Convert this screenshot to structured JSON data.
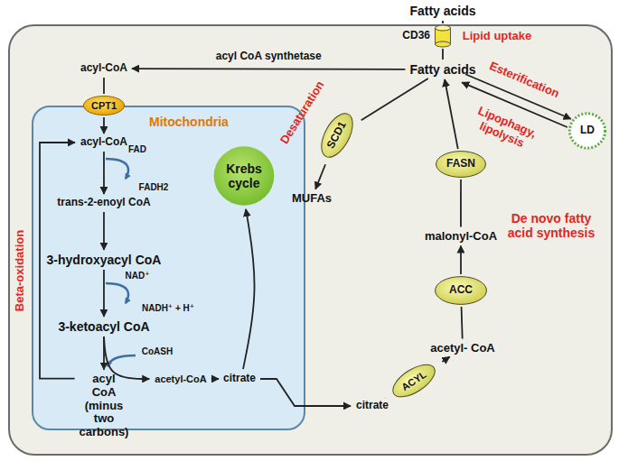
{
  "diagram": {
    "nodes": [
      {
        "text": [
          "Fatty acids"
        ]
      },
      {
        "text": [
          "CD36"
        ]
      },
      {
        "text": [
          "acyl-CoA"
        ]
      },
      {
        "text": [
          "Fatty acids"
        ]
      },
      {
        "text": [
          "CPT1"
        ]
      },
      {
        "text": [
          "Mitochondria"
        ]
      },
      {
        "text": [
          "acyl-CoA"
        ],
        "in": 5
      },
      {
        "text": [
          "trans-2-enoyl CoA"
        ],
        "in": 5
      },
      {
        "text": [
          "Krebs cycle"
        ],
        "in": 5
      },
      {
        "text": [
          "3-hydroxyacyl CoA"
        ],
        "in": 5
      },
      {
        "text": [
          "3-ketoacyl CoA"
        ],
        "in": 5
      },
      {
        "text": [
          "acetyl-CoA"
        ],
        "in": 5
      },
      {
        "text": [
          "citrate"
        ],
        "in": 5
      },
      {
        "text": [
          "acyl CoA (minus two carbons)"
        ],
        "in": 5
      },
      {
        "text": [
          "SCD1"
        ]
      },
      {
        "text": [
          "MUFAs"
        ]
      },
      {
        "text": [
          "FASN"
        ]
      },
      {
        "text": [
          "malonyl-CoA"
        ]
      },
      {
        "text": [
          "ACC"
        ]
      },
      {
        "text": [
          "acetyl- CoA"
        ]
      },
      {
        "text": [
          "ACYL"
        ]
      },
      {
        "text": [
          "citrate"
        ]
      },
      {
        "text": [
          "LD"
        ]
      }
    ],
    "edges": [
      {
        "from": 0,
        "to": 1,
        "arrow": "none"
      },
      {
        "from": 1,
        "to": 3,
        "arrow": "none"
      },
      {
        "from": 3,
        "to": 2,
        "arrow": "to",
        "label": "acyl CoA synthetase"
      },
      {
        "from": 2,
        "to": 4,
        "arrow": "none"
      },
      {
        "from": 4,
        "to": 6,
        "arrow": "to"
      },
      {
        "from": 6,
        "to": 7,
        "arrow": "to"
      },
      {
        "from": 7,
        "to": 9,
        "arrow": "to"
      },
      {
        "from": 9,
        "to": 10,
        "arrow": "to"
      },
      {
        "from": 10,
        "to": 13,
        "arrow": "to"
      },
      {
        "from": 10,
        "to": 11,
        "arrow": "to"
      },
      {
        "from": 11,
        "to": 12,
        "arrow": "to"
      },
      {
        "from": 12,
        "to": 8,
        "arrow": "to"
      },
      {
        "from": 13,
        "to": 6,
        "arrow": "to"
      },
      {
        "from": 12,
        "to": 21,
        "arrow": "to"
      },
      {
        "from": 21,
        "to": 20,
        "arrow": "none"
      },
      {
        "from": 20,
        "to": 19,
        "arrow": "to"
      },
      {
        "from": 19,
        "to": 18,
        "arrow": "none"
      },
      {
        "from": 18,
        "to": 17,
        "arrow": "to"
      },
      {
        "from": 17,
        "to": 16,
        "arrow": "none"
      },
      {
        "from": 16,
        "to": 3,
        "arrow": "to"
      },
      {
        "from": 3,
        "to": 14,
        "arrow": "none"
      },
      {
        "from": 14,
        "to": 15,
        "arrow": "to"
      },
      {
        "from": 3,
        "to": 22,
        "arrow": "to",
        "label": "Esterification"
      },
      {
        "from": 22,
        "to": 3,
        "arrow": "to",
        "label": "Lipophagy, lipolysis"
      }
    ],
    "labels": [
      "Lipid uptake",
      "Desaturation",
      "FAD",
      "FADH2",
      "Beta-oxidation",
      "NAD⁺",
      "NADH⁺ + H⁺",
      "CoASH",
      "De novo fatty acid synthesis"
    ]
  }
}
